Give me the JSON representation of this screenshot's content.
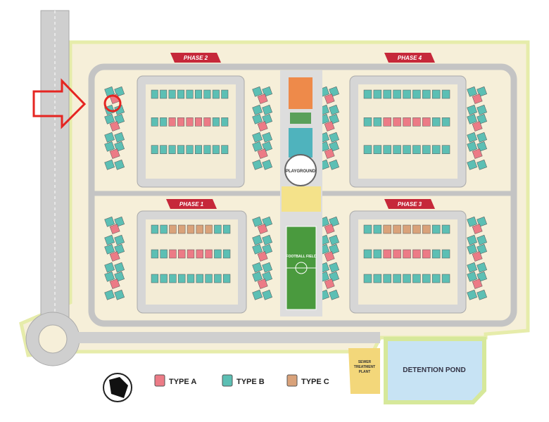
{
  "phases": [
    {
      "label": "PHASE 2"
    },
    {
      "label": "PHASE 4"
    },
    {
      "label": "PHASE 1"
    },
    {
      "label": "PHASE 3"
    }
  ],
  "amenities": {
    "playground": "PLAYGROUND",
    "football_field": "FOOTBALL FIELD",
    "sewer_plant": "SEWER TREATMENT PLANT",
    "detention_pond": "DETENTION POND"
  },
  "legend": [
    {
      "label": "TYPE A",
      "color": "#ec7b86"
    },
    {
      "label": "TYPE B",
      "color": "#5cbfb4"
    },
    {
      "label": "TYPE C",
      "color": "#d9a27a"
    }
  ],
  "colors": {
    "site": "#f6efd9",
    "border": "#e6ecaa",
    "road": "#c4c4c4",
    "highlight": "#e52521",
    "banner": "#c6283a"
  },
  "icons": {
    "north": "compass-north-icon",
    "arrow": "red-arrow-icon",
    "marker": "red-circle-marker-icon"
  }
}
